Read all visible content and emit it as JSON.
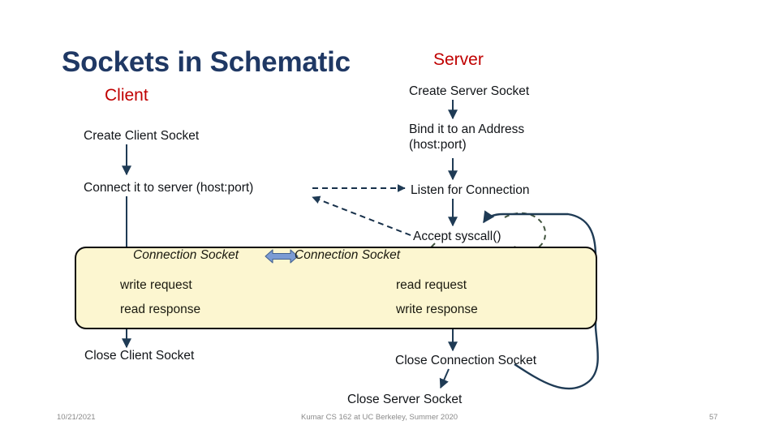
{
  "slide": {
    "title": "Sockets in Schematic",
    "client_title": "Client",
    "server_title": "Server"
  },
  "client_column": {
    "steps": [
      {
        "id": "create-client-socket",
        "label": "Create Client Socket"
      },
      {
        "id": "connect-to-server",
        "label": "Connect it to server (host:port)"
      },
      {
        "id": "close-client-socket",
        "label": "Close Client Socket"
      }
    ]
  },
  "server_column": {
    "steps": [
      {
        "id": "create-server-socket",
        "label": "Create Server Socket"
      },
      {
        "id": "bind-address",
        "label": "Bind it to an Address (host:port)"
      },
      {
        "id": "listen-for-connection",
        "label": "Listen for Connection"
      },
      {
        "id": "accept-syscall",
        "label": "Accept syscall()"
      },
      {
        "id": "close-connection-socket",
        "label": "Close Connection Socket"
      },
      {
        "id": "close-server-socket",
        "label": "Close Server Socket"
      }
    ]
  },
  "connection_box": {
    "left_socket_label": "Connection Socket",
    "right_socket_label": "Connection Socket",
    "client_io": [
      {
        "id": "write-request",
        "label": "write request"
      },
      {
        "id": "read-response",
        "label": "read response"
      }
    ],
    "server_io": [
      {
        "id": "read-request",
        "label": "read request"
      },
      {
        "id": "write-response",
        "label": "write response"
      }
    ],
    "fill_color": "#FCF6D0",
    "border_color": "#0B0B0B",
    "link_icon": "double-headed-arrow-icon",
    "link_icon_color": "#6C8EC8"
  },
  "footer": {
    "date": "10/21/2021",
    "note": "Kumar CS 162 at UC Berkeley, Summer 2020",
    "page_number": "57"
  },
  "colors": {
    "title": "#1F3864",
    "accent_red": "#C00000",
    "arrow_navy": "#1F3B55",
    "text": "#111418",
    "footer": "#8A8A8A"
  }
}
